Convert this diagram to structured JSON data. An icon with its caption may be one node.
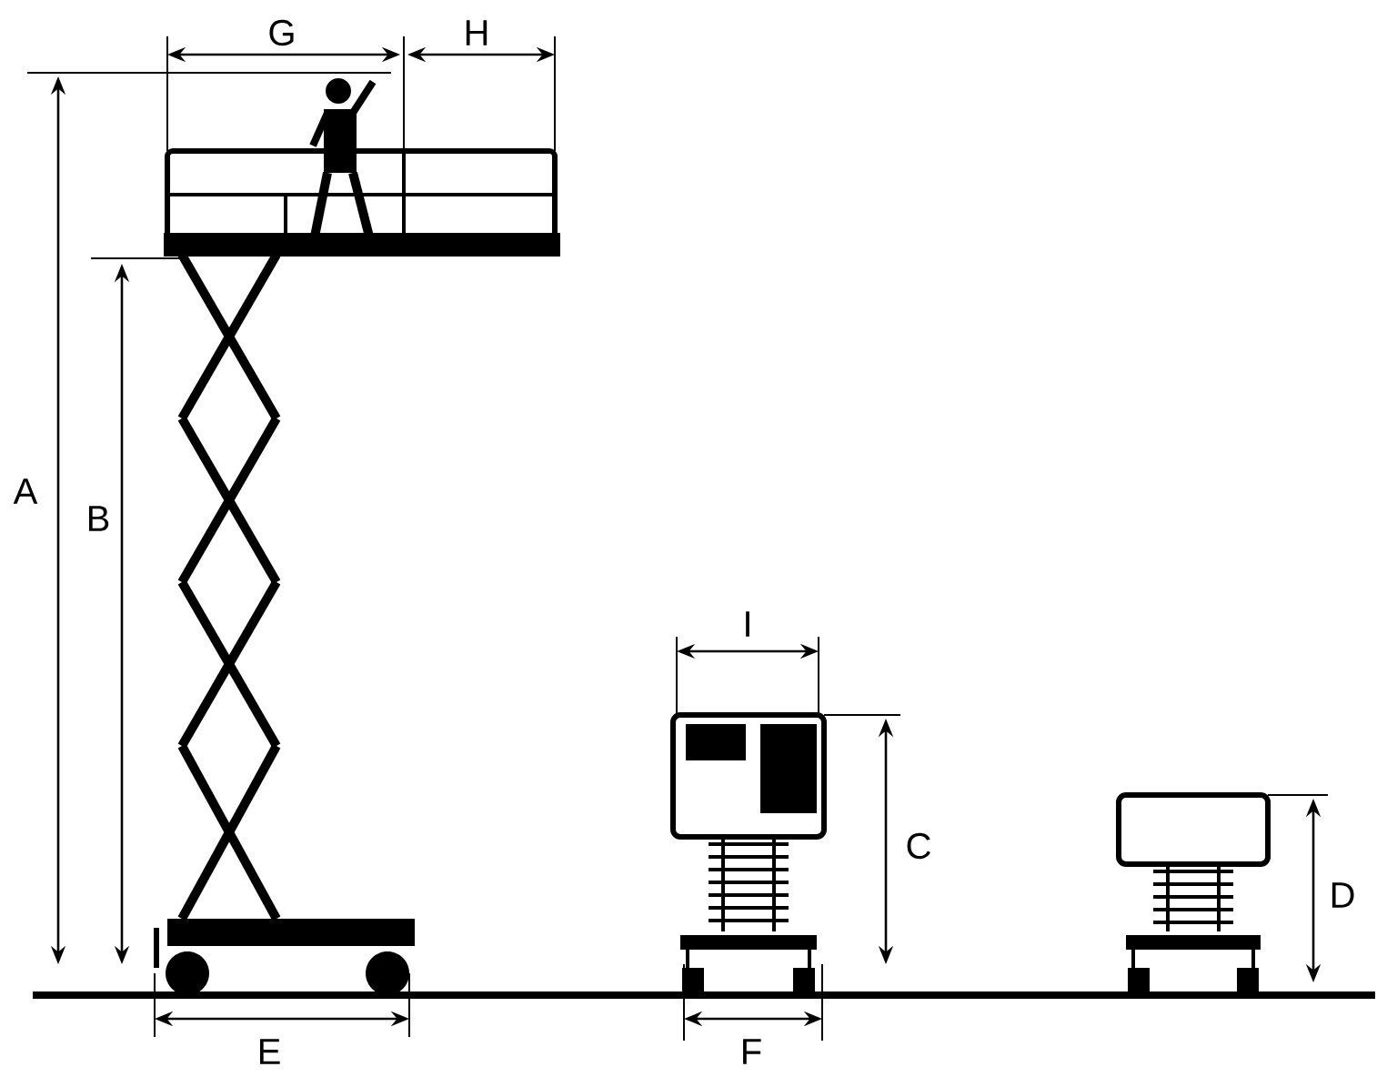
{
  "diagram": {
    "labels": [
      "G",
      "H",
      "A",
      "B",
      "I",
      "C",
      "D",
      "E",
      "F"
    ]
  }
}
